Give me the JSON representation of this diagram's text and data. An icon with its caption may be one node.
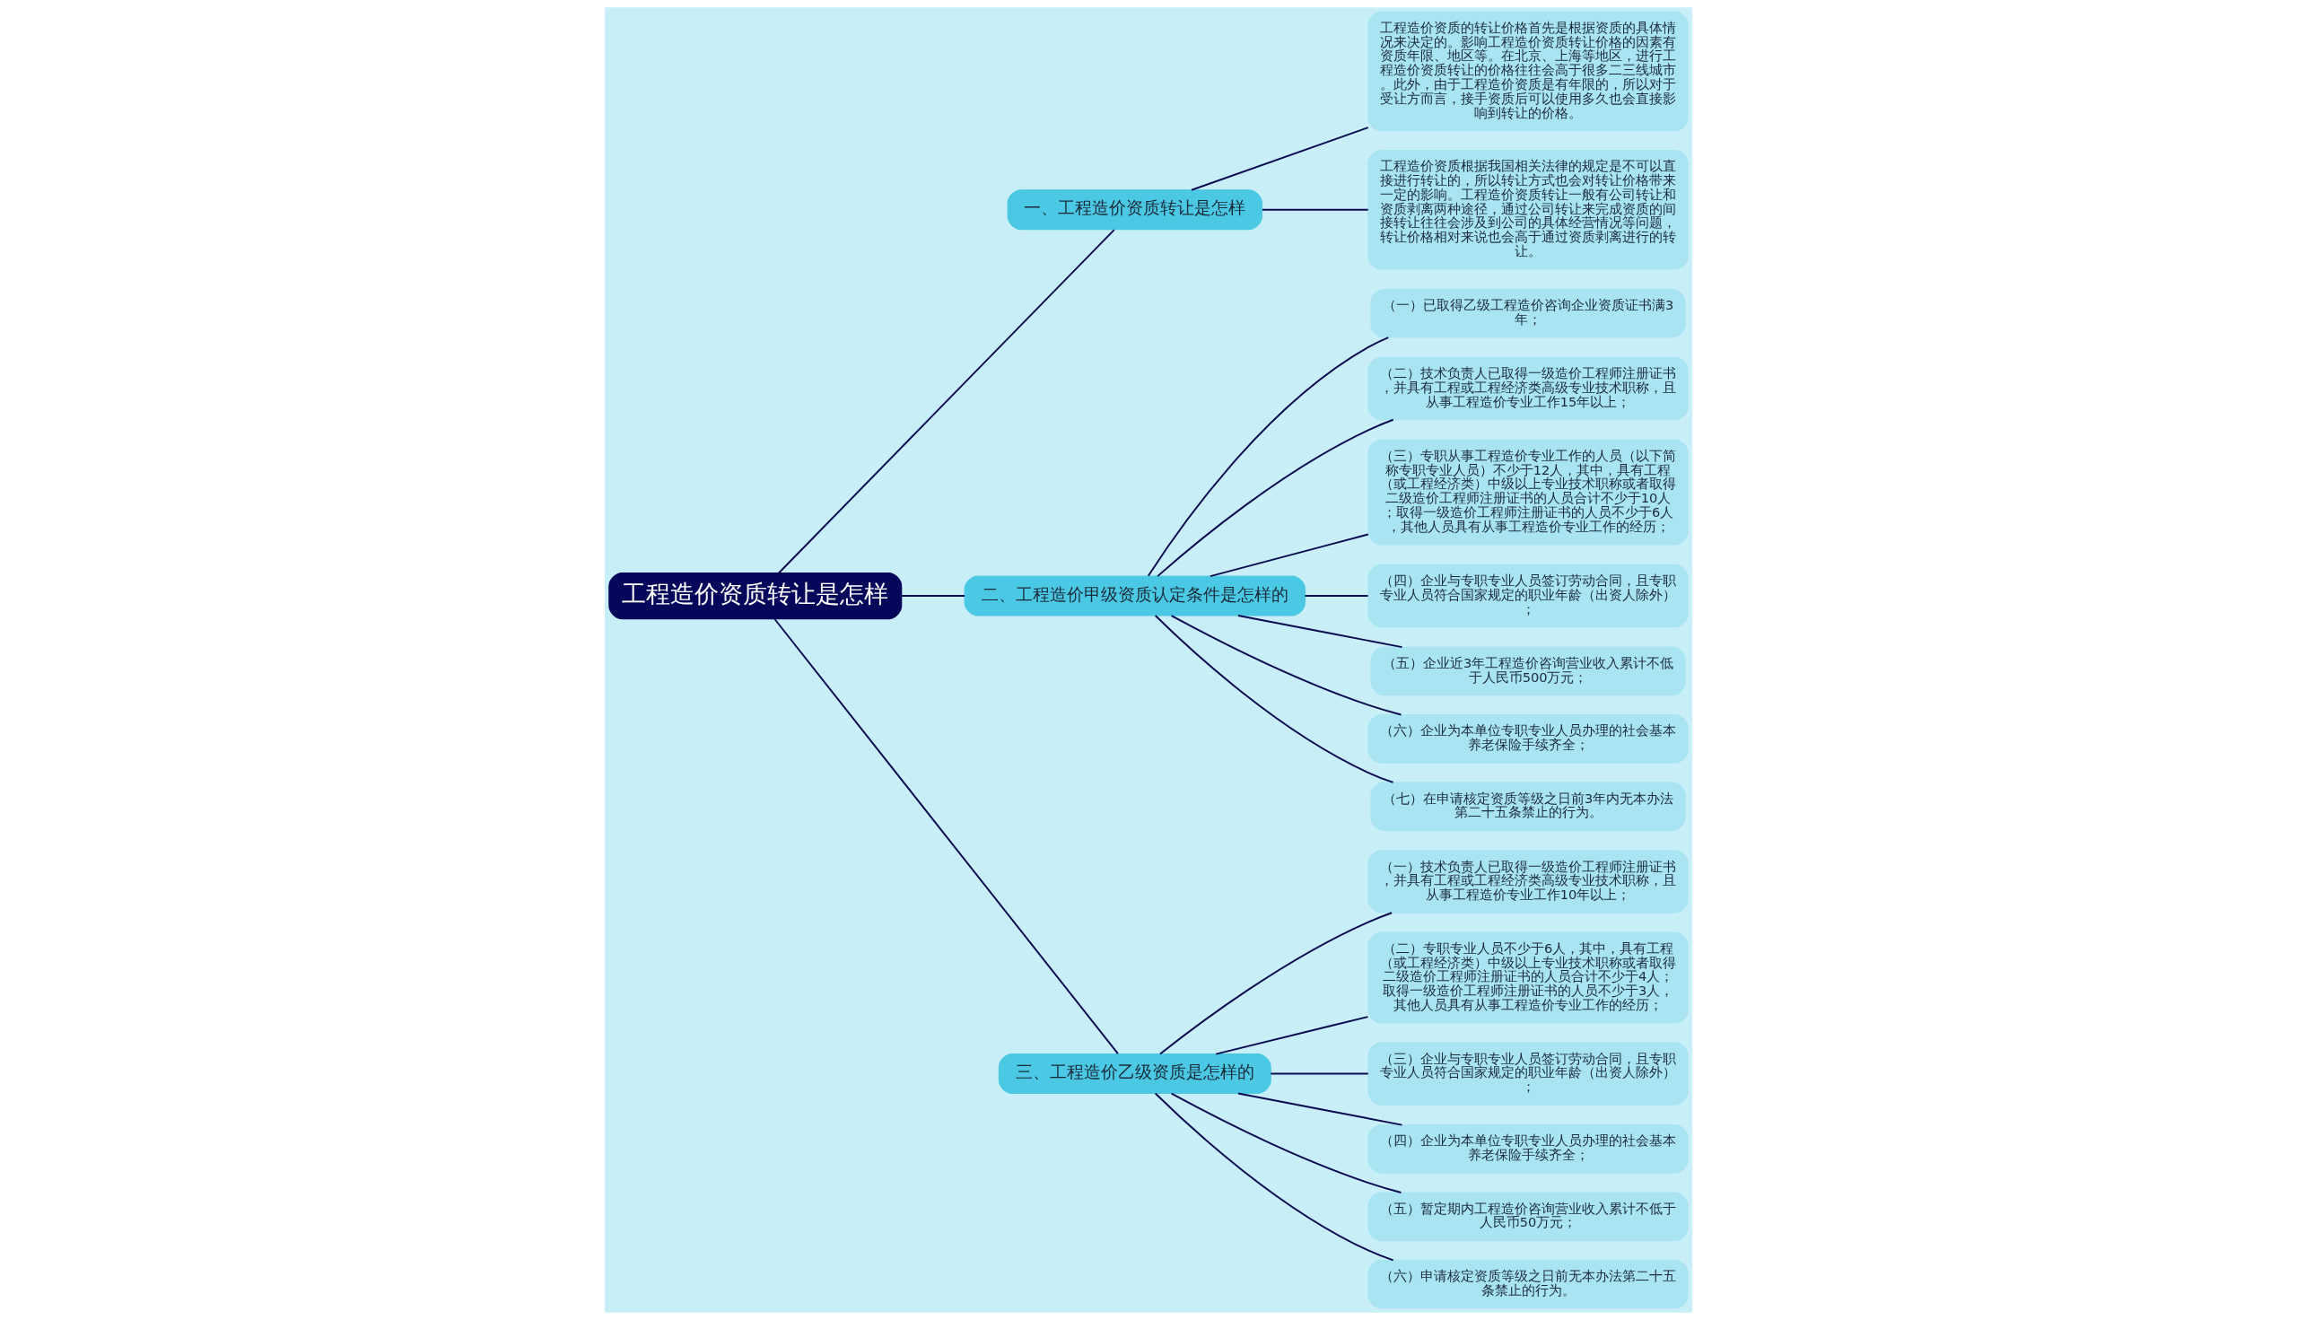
{
  "diagram": {
    "nodes": [
      {
        "text": [
          "工程造价资质转让是怎样"
        ]
      },
      {
        "text": [
          "一、工程造价资质转让是怎样"
        ]
      },
      {
        "text": [
          "工程造价资质的转让价格首先是根据资质的具体情况来决定的。影响工程造价资质转让价格的因素有资质年限、地区等。在北京、上海等地区，进行工程造价资质转让的价格往往会高于很多二三线城市。此外，由于工程造价资质是有年限的，所以对于受让方而言，接手资质后可以使用多久也会直接影响到转让的价格。"
        ]
      },
      {
        "text": [
          "工程造价资质根据我国相关法律的规定是不可以直接进行转让的，所以转让方式也会对转让价格带来一定的影响。工程造价资质转让一般有公司转让和资质剥离两种途径，通过公司转让来完成资质的间接转让往往会涉及到公司的具体经营情况等问题，转让价格相对来说也会高于通过资质剥离进行的转让。"
        ]
      },
      {
        "text": [
          "二、工程造价甲级资质认定条件是怎样的"
        ]
      },
      {
        "text": [
          "（一）已取得乙级工程造价咨询企业资质证书满3年；"
        ]
      },
      {
        "text": [
          "（二）技术负责人已取得一级造价工程师注册证书，并具有工程或工程经济类高级专业技术职称，且从事工程造价专业工作15年以上；"
        ]
      },
      {
        "text": [
          "（三）专职从事工程造价专业工作的人员（以下简称专职专业人员）不少于12人，其中，具有工程（或工程经济类）中级以上专业技术职称或者取得二级造价工程师注册证书的人员合计不少于10人；取得一级造价工程师注册证书的人员不少于6人，其他人员具有从事工程造价专业工作的经历；"
        ]
      },
      {
        "text": [
          "（四）企业与专职专业人员签订劳动合同，且专职专业人员符合国家规定的职业年龄（出资人除外）；"
        ]
      },
      {
        "text": [
          "（五）企业近3年工程造价咨询营业收入累计不低于人民币500万元；"
        ]
      },
      {
        "text": [
          "（六）企业为本单位专职专业人员办理的社会基本养老保险手续齐全；"
        ]
      },
      {
        "text": [
          "（七）在申请核定资质等级之日前3年内无本办法第二十五条禁止的行为。"
        ]
      },
      {
        "text": [
          "三、工程造价乙级资质是怎样的"
        ]
      },
      {
        "text": [
          "（一）技术负责人已取得一级造价工程师注册证书，并具有工程或工程经济类高级专业技术职称，且从事工程造价专业工作10年以上；"
        ]
      },
      {
        "text": [
          "（二）专职专业人员不少于6人，其中，具有工程（或工程经济类）中级以上专业技术职称或者取得二级造价工程师注册证书的人员合计不少于4人；取得一级造价工程师注册证书的人员不少于3人，其他人员具有从事工程造价专业工作的经历；"
        ]
      },
      {
        "text": [
          "（三）企业与专职专业人员签订劳动合同，且专职专业人员符合国家规定的职业年龄（出资人除外）；"
        ]
      },
      {
        "text": [
          "（四）企业为本单位专职专业人员办理的社会基本养老保险手续齐全；"
        ]
      },
      {
        "text": [
          "（五）暂定期内工程造价咨询营业收入累计不低于人民币50万元；"
        ]
      },
      {
        "text": [
          "（六）申请核定资质等级之日前无本办法第二十五条禁止的行为。"
        ]
      }
    ],
    "edges": [
      {
        "from": 0,
        "to": 1,
        "arrow": "none"
      },
      {
        "from": 1,
        "to": 2,
        "arrow": "none"
      },
      {
        "from": 1,
        "to": 3,
        "arrow": "none"
      },
      {
        "from": 0,
        "to": 4,
        "arrow": "none"
      },
      {
        "from": 4,
        "to": 5,
        "arrow": "none"
      },
      {
        "from": 4,
        "to": 6,
        "arrow": "none"
      },
      {
        "from": 4,
        "to": 7,
        "arrow": "none"
      },
      {
        "from": 4,
        "to": 8,
        "arrow": "none"
      },
      {
        "from": 4,
        "to": 9,
        "arrow": "none"
      },
      {
        "from": 4,
        "to": 10,
        "arrow": "none"
      },
      {
        "from": 4,
        "to": 11,
        "arrow": "none"
      },
      {
        "from": 0,
        "to": 12,
        "arrow": "none"
      },
      {
        "from": 12,
        "to": 13,
        "arrow": "none"
      },
      {
        "from": 12,
        "to": 14,
        "arrow": "none"
      },
      {
        "from": 12,
        "to": 15,
        "arrow": "none"
      },
      {
        "from": 12,
        "to": 16,
        "arrow": "none"
      },
      {
        "from": 12,
        "to": 17,
        "arrow": "none"
      },
      {
        "from": 12,
        "to": 18,
        "arrow": "none"
      }
    ]
  }
}
